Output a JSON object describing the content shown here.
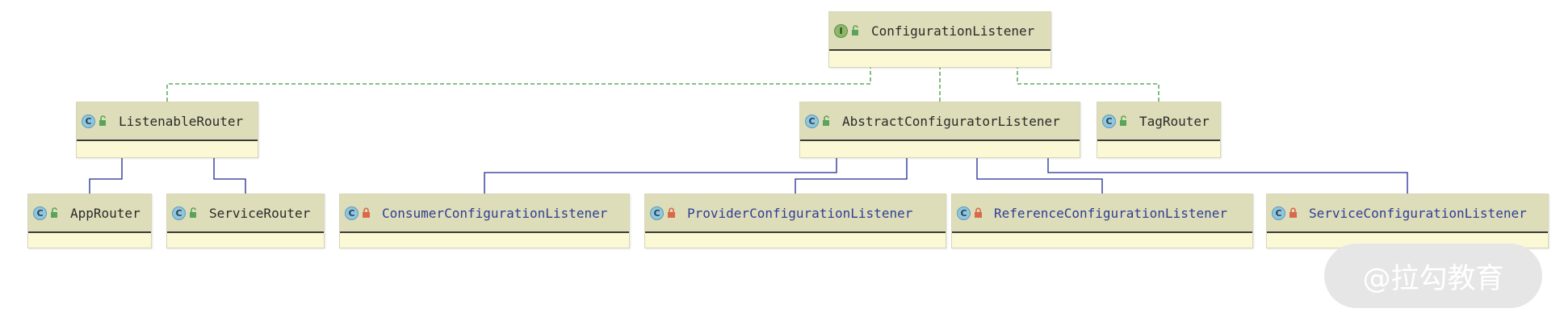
{
  "diagram": {
    "nodes": [
      {
        "id": "configuration-listener",
        "kind": "interface",
        "label": "ConfigurationListener",
        "access": "public",
        "blue": false
      },
      {
        "id": "listenable-router",
        "kind": "class",
        "label": "ListenableRouter",
        "access": "public",
        "blue": false
      },
      {
        "id": "abstract-configurator-listener",
        "kind": "class",
        "label": "AbstractConfiguratorListener",
        "access": "public",
        "blue": false
      },
      {
        "id": "tag-router",
        "kind": "class",
        "label": "TagRouter",
        "access": "public",
        "blue": false
      },
      {
        "id": "app-router",
        "kind": "class",
        "label": "AppRouter",
        "access": "public",
        "blue": false
      },
      {
        "id": "service-router",
        "kind": "class",
        "label": "ServiceRouter",
        "access": "public",
        "blue": false
      },
      {
        "id": "consumer-configuration-listener",
        "kind": "class",
        "label": "ConsumerConfigurationListener",
        "access": "private",
        "blue": true
      },
      {
        "id": "provider-configuration-listener",
        "kind": "class",
        "label": "ProviderConfigurationListener",
        "access": "private",
        "blue": true
      },
      {
        "id": "reference-configuration-listener",
        "kind": "class",
        "label": "ReferenceConfigurationListener",
        "access": "private",
        "blue": true
      },
      {
        "id": "service-configuration-listener",
        "kind": "class",
        "label": "ServiceConfigurationListener",
        "access": "private",
        "blue": true
      }
    ],
    "edges": [
      {
        "from": "listenable-router",
        "to": "configuration-listener",
        "type": "implements"
      },
      {
        "from": "abstract-configurator-listener",
        "to": "configuration-listener",
        "type": "implements"
      },
      {
        "from": "tag-router",
        "to": "configuration-listener",
        "type": "implements"
      },
      {
        "from": "app-router",
        "to": "listenable-router",
        "type": "extends"
      },
      {
        "from": "service-router",
        "to": "listenable-router",
        "type": "extends"
      },
      {
        "from": "consumer-configuration-listener",
        "to": "abstract-configurator-listener",
        "type": "extends"
      },
      {
        "from": "provider-configuration-listener",
        "to": "abstract-configurator-listener",
        "type": "extends"
      },
      {
        "from": "reference-configuration-listener",
        "to": "abstract-configurator-listener",
        "type": "extends"
      },
      {
        "from": "service-configuration-listener",
        "to": "abstract-configurator-listener",
        "type": "extends"
      }
    ],
    "colors": {
      "implements": "#3d9a3d",
      "extends": "#1f2b8f"
    }
  },
  "watermark": {
    "text": "@拉勾教育"
  }
}
